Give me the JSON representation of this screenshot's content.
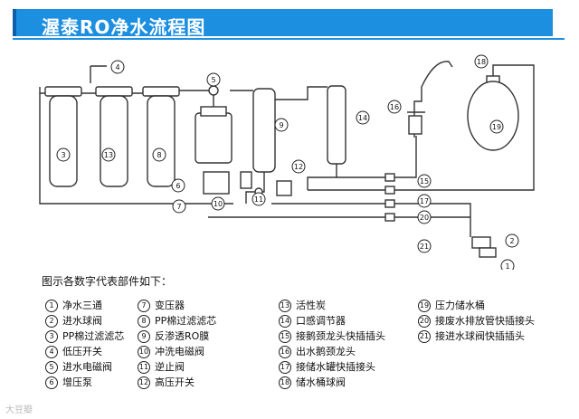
{
  "title": "渥泰RO净水流程图",
  "legend_title": "图示各数字代表部件如下：",
  "watermark": "大豆瓣",
  "callouts": [
    "1",
    "2",
    "3",
    "4",
    "5",
    "6",
    "7",
    "8",
    "9",
    "10",
    "11",
    "12",
    "13",
    "14",
    "15",
    "16",
    "17",
    "18",
    "19",
    "20",
    "21"
  ],
  "legend": [
    {
      "num": "1",
      "label": "净水三通"
    },
    {
      "num": "2",
      "label": "进水球阀"
    },
    {
      "num": "3",
      "label": "PP棉过滤滤芯"
    },
    {
      "num": "4",
      "label": "低压开关"
    },
    {
      "num": "5",
      "label": "进水电磁阀"
    },
    {
      "num": "6",
      "label": "增压泵"
    },
    {
      "num": "7",
      "label": "变压器"
    },
    {
      "num": "8",
      "label": "PP棉过滤滤芯"
    },
    {
      "num": "9",
      "label": "反渗透RO膜"
    },
    {
      "num": "10",
      "label": "冲洗电磁阀"
    },
    {
      "num": "11",
      "label": "逆止阀"
    },
    {
      "num": "12",
      "label": "高压开关"
    },
    {
      "num": "13",
      "label": "活性炭"
    },
    {
      "num": "14",
      "label": "口感调节器"
    },
    {
      "num": "15",
      "label": "接鹅颈龙头快插插头"
    },
    {
      "num": "16",
      "label": "出水鹅颈龙头"
    },
    {
      "num": "17",
      "label": "接储水罐快插接头"
    },
    {
      "num": "18",
      "label": "储水桶球阀"
    },
    {
      "num": "19",
      "label": "压力储水桶"
    },
    {
      "num": "20",
      "label": "接废水排放管快插接头"
    },
    {
      "num": "21",
      "label": "接进水球阀快插插头"
    }
  ],
  "colors": {
    "title_bg": "#1d8fe0",
    "line": "#333333"
  }
}
